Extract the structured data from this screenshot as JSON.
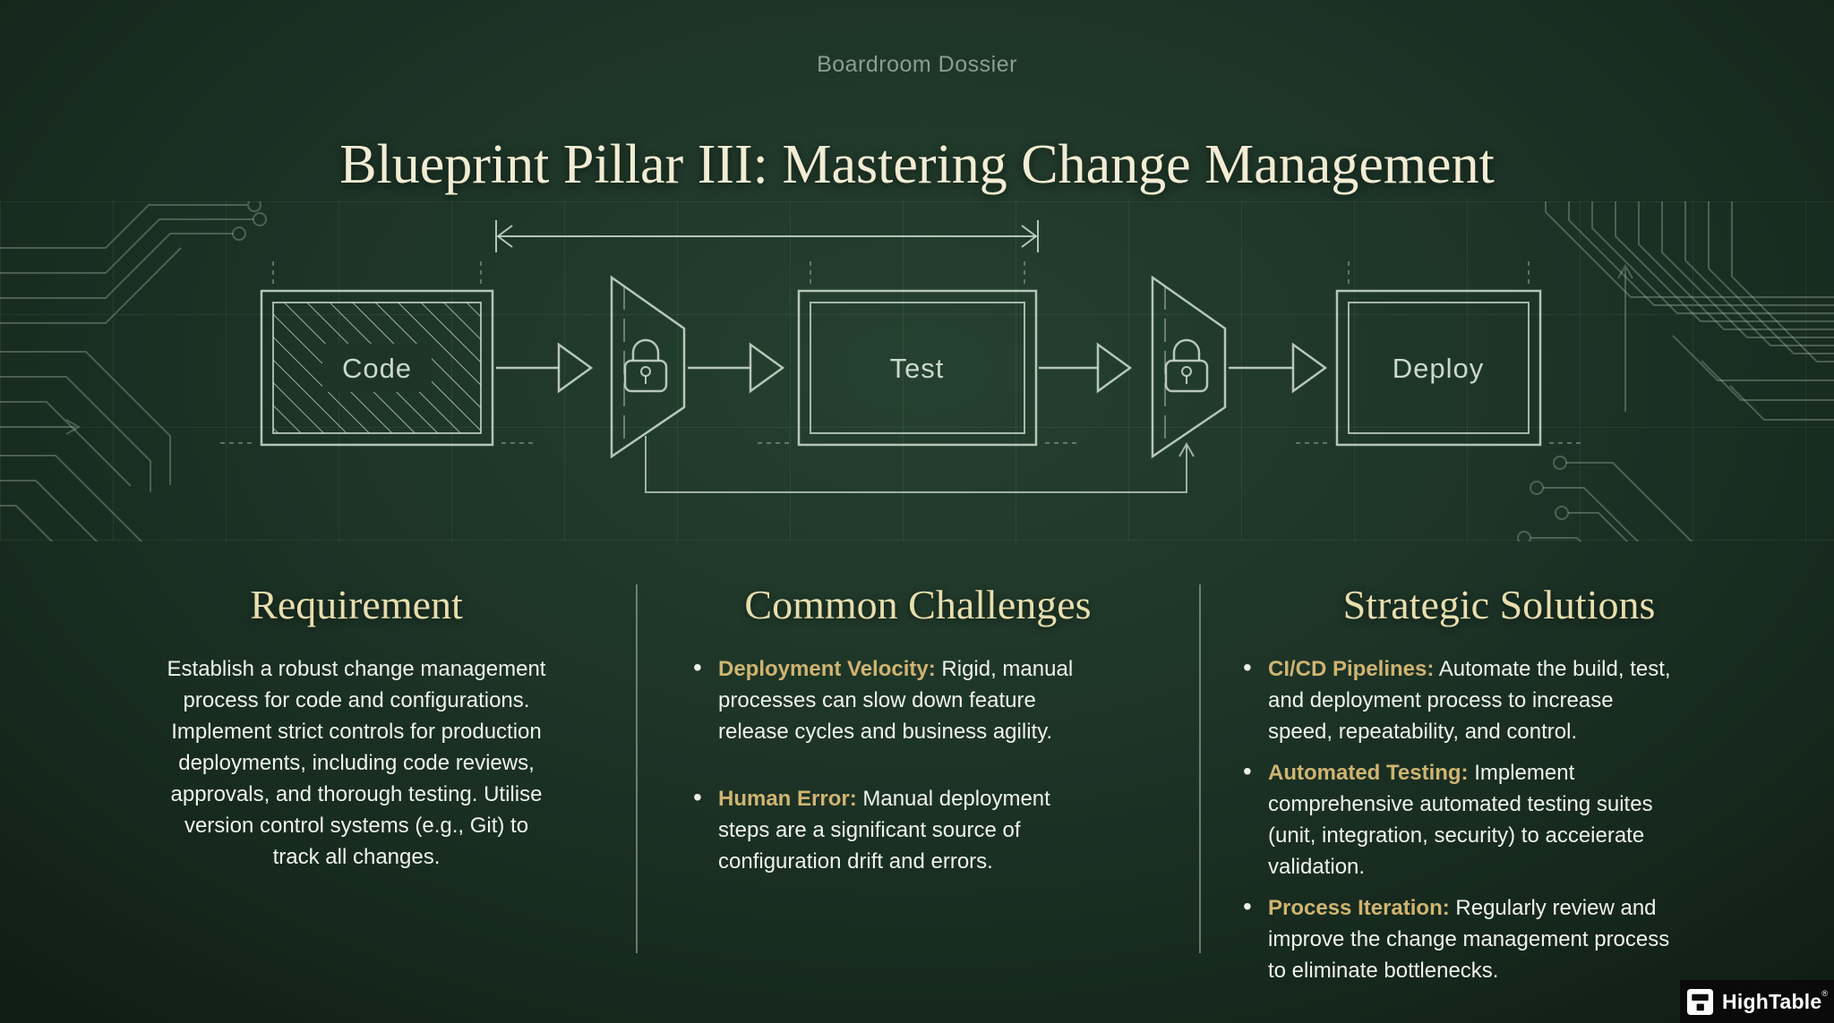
{
  "kicker": "Boardroom Dossier",
  "title": "Blueprint Pillar III: Mastering Change Management",
  "diagram": {
    "nodes": [
      {
        "label": "Code"
      },
      {
        "label": "Test"
      },
      {
        "label": "Deploy"
      }
    ],
    "gates": [
      {
        "icon": "lock-icon"
      },
      {
        "icon": "lock-icon"
      }
    ]
  },
  "columns": {
    "requirement": {
      "heading": "Requirement",
      "body": "Establish a robust change management\nprocess for code and configurations.\nImplement strict controls for production\ndeployments, including code reviews,\napprovals, and thorough testing. Utilise\nversion control systems (e.g., Git) to\ntrack all changes."
    },
    "challenges": {
      "heading": "Common Challenges",
      "items": [
        {
          "term": "Deployment Velocity:",
          "text": " Rigid, manual\nprocesses can slow down feature\nrelease cycles and business agility."
        },
        {
          "term": "Human Error:",
          "text": " Manual deployment\nsteps are a significant source of\nconfiguration drift and errors."
        }
      ]
    },
    "solutions": {
      "heading": "Strategic Solutions",
      "items": [
        {
          "term": "CI/CD Pipelines:",
          "text": " Automate the build, test,\nand deployment process to increase\nspeed, repeatability, and control."
        },
        {
          "term": "Automated Testing:",
          "text": " Implement\ncomprehensive automated testing suites\n(unit, integration, security) to acceierate\nvalidation."
        },
        {
          "term": "Process Iteration:",
          "text": " Regularly review and\nimprove the change management process\nto eliminate bottlenecks."
        }
      ]
    }
  },
  "logo": {
    "name": "HighTable",
    "mark": "®"
  },
  "colors": {
    "background": "#1d3427",
    "title": "#f2ecd4",
    "heading_gold": "#e8deae",
    "accent_gold": "#d0b472",
    "body_text": "#eff2ed",
    "diagram_stroke": "#ccd9cc",
    "logo_bg": "#0a0a0a"
  }
}
